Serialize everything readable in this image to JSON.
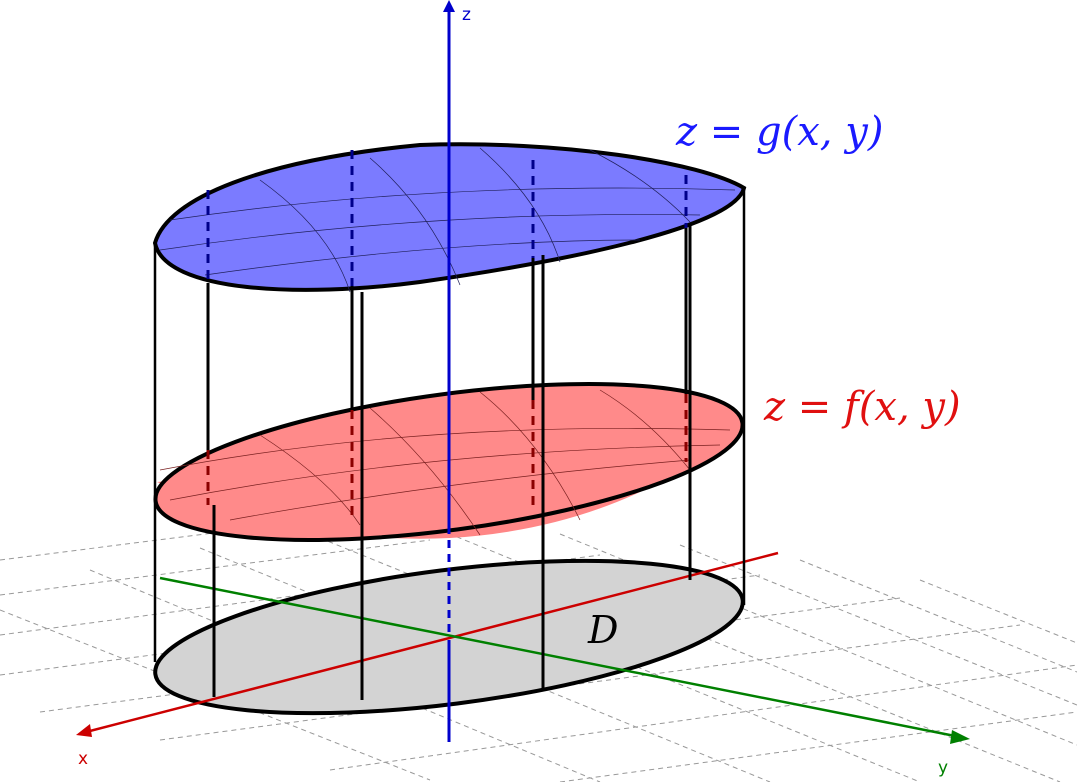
{
  "axes": {
    "x": "x",
    "y": "y",
    "z": "z"
  },
  "surfaces": {
    "upper": {
      "label": "z = g(x, y)",
      "color": "#7a7aff"
    },
    "lower": {
      "label": "z = f(x, y)",
      "color": "#ff7f7f"
    },
    "region": {
      "label": "D",
      "color": "#d3d3d3"
    }
  },
  "colors": {
    "x_axis": "#cc0000",
    "y_axis": "#008000",
    "z_axis": "#0000cc",
    "g_label": "#1a1aff",
    "f_label": "#e01010"
  }
}
